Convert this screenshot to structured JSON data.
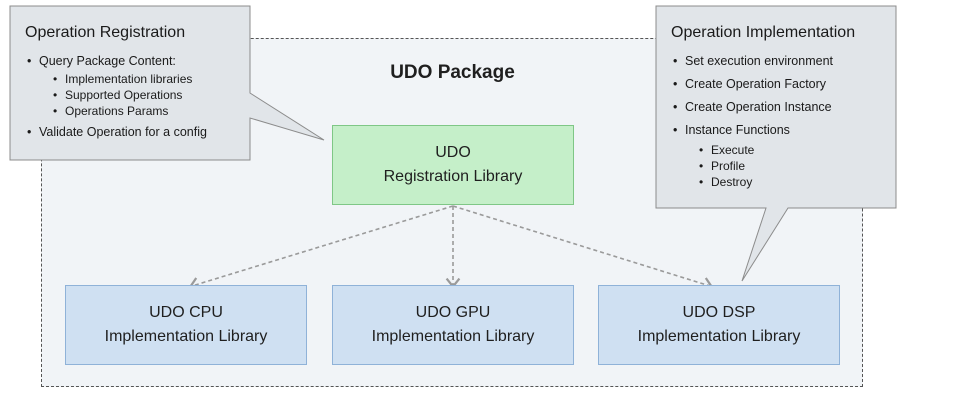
{
  "package": {
    "title": "UDO Package"
  },
  "registration_box": {
    "line1": "UDO",
    "line2": "Registration Library"
  },
  "impl_boxes": [
    {
      "line1": "UDO CPU",
      "line2": "Implementation Library"
    },
    {
      "line1": "UDO GPU",
      "line2": "Implementation Library"
    },
    {
      "line1": "UDO DSP",
      "line2": "Implementation Library"
    }
  ],
  "callout_registration": {
    "title": "Operation Registration",
    "items": [
      {
        "label": "Query Package Content:",
        "subitems": [
          "Implementation libraries",
          "Supported Operations",
          "Operations Params"
        ]
      },
      {
        "label": "Validate Operation for a config",
        "subitems": []
      }
    ]
  },
  "callout_implementation": {
    "title": "Operation Implementation",
    "items": [
      {
        "label": "Set execution environment",
        "subitems": []
      },
      {
        "label": "Create Operation Factory",
        "subitems": []
      },
      {
        "label": "Create Operation Instance",
        "subitems": []
      },
      {
        "label": "Instance Functions",
        "subitems": [
          "Execute",
          "Profile",
          "Destroy"
        ]
      }
    ]
  },
  "colors": {
    "registration_fill": "#c5efc9",
    "implementation_fill": "#cfe0f2",
    "callout_fill": "#e1e5e9",
    "package_fill": "#f1f4f7"
  }
}
